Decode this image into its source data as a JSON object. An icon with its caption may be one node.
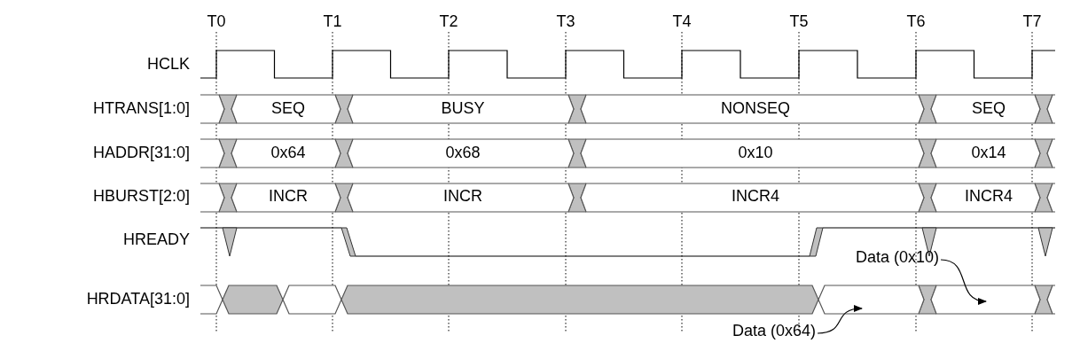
{
  "diagram": {
    "nodes": [
      {
        "text": [
          "Data (0x10)"
        ]
      },
      {
        "text": [
          "Data (0x64)"
        ]
      }
    ],
    "edges": [
      {
        "from": 0,
        "to": null,
        "arrow": "to"
      },
      {
        "from": 1,
        "to": null,
        "arrow": "to"
      }
    ],
    "labels": [
      "T0",
      "T1",
      "T2",
      "T3",
      "T4",
      "T5",
      "T6",
      "T7",
      "HCLK",
      "HTRANS[1:0]",
      "SEQ",
      "BUSY",
      "NONSEQ",
      "SEQ",
      "HADDR[31:0]",
      "0x64",
      "0x68",
      "0x10",
      "0x14",
      "HBURST[2:0]",
      "INCR",
      "INCR",
      "INCR4",
      "INCR4",
      "HREADY",
      "HRDATA[31:0]"
    ]
  }
}
